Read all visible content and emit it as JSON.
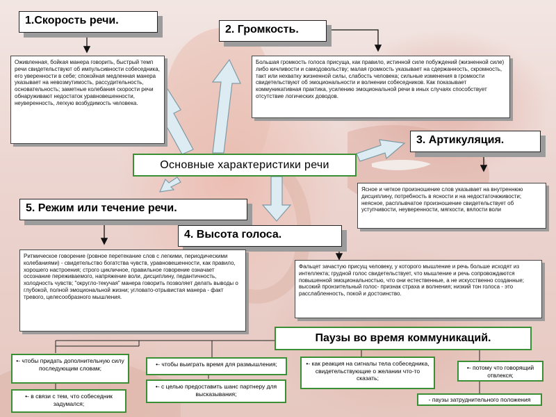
{
  "titles": {
    "speed": "1.Скорость речи.",
    "volume": "2. Громкость.",
    "articulation": "3. Артикуляция.",
    "mode": "5. Режим или течение речи.",
    "pitch": "4. Высота голоса."
  },
  "center": {
    "label": "Основные характеристики речи"
  },
  "notes": {
    "speed": "Оживленная, бойкая манера говорить, быстрый темп речи свидетельствуют об импульсивности собеседника, его уверенности в себе; спокойная медленная манера указывает на невозмутимость, рассудительность, основательность; заметные колебания скорости речи обнаруживают недостаток уравновешенности, неуверенность, легкую возбудимость человека.",
    "volume": "Большая громкость голоса присуща, как правило, истинной силе побуждений (жизненной силе) либо кичливости и самодовольству; малая громкость указывает на сдержанность, скромность, такт или нехватку жизненной силы, слабость человека; сильные изменения в громкости свидетельствуют об эмоциональности и волнении собеседников. Как показывает коммуникативная практика, усилению эмоциональной речи в иных случаях способствует отсутствие логических доводов.",
    "articulation": "Ясное и четкое произношение слов указывает на внутреннюю дисциплину, потребность в ясности и на недостаточкживости; неясное, расплывчатое произношение свидетельствует об уступчивости, неуверенности, мягкости, вялости воли",
    "mode": "Ритмическое говорение (ровное перетекание слов с легкими, периодическими колебаниями) - свидетельство богатства чувств, уравновешенности, как правило, хорошего настроения; строго цикличное, правильное говорение означает осознание переживаемого, напряжение воли, дисциплину, педантичность, холодность чувств; \"округло-текучая\" манера говорить позволяет делать выводы о глубокой, полной эмоциональной жизни; угловато-отрывистая манера - факт тревого, целесообразного мышления.",
    "pitch": "Фальцет зачастую присущ человеку, у которого мышление и речь больше исходят из интеллекта; грудной голос свидетельствует, что мышление и речь сопровождаются повышенной эмоциональностью, что они естественные, а не искусственно созданные; высокий пронзительный голос- признак страха и волнения; низкий тон голоса - это расслабленность, покой и достоинство."
  },
  "pauses": {
    "title": "Паузы во время коммуникаций.",
    "reasons": [
      "•- чтобы придать дополнительную силу последующим словам;",
      "•- чтобы выиграть время для размышления;",
      "•- как реакция на сигналы тела собеседника, свидетельствующие о желании что-то сказать;",
      "•- потому что говорящий отвлекся;",
      "•- с целью предоставить шанс партнеру для высказывания;",
      "•- в связи с тем, что собеседник задумался;",
      "- паузы затруднительного положения"
    ]
  }
}
